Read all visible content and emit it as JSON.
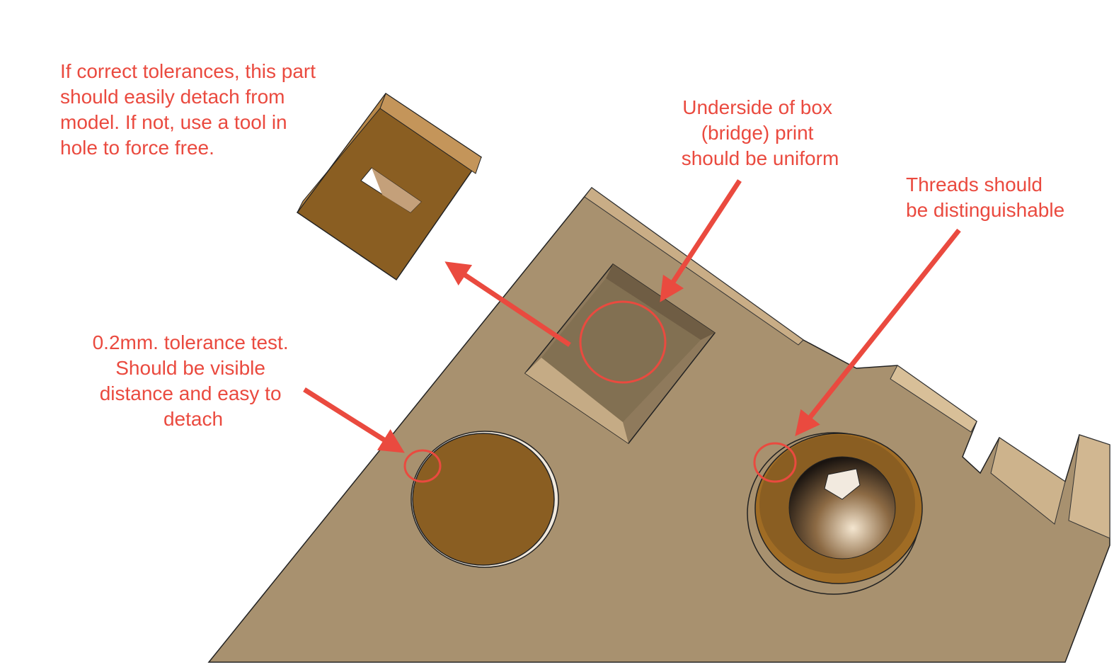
{
  "annotations": {
    "detach_part": [
      "If correct tolerances, this part",
      "should easily detach from",
      "model. If not, use a tool in",
      "hole to force free."
    ],
    "bridge": [
      "Underside of box",
      "(bridge) print",
      "should be uniform"
    ],
    "threads": [
      "Threads should",
      "be distinguishable"
    ],
    "tolerance": [
      "0.2mm. tolerance test.",
      "Should be visible",
      "distance and easy to",
      "detach"
    ]
  },
  "colors": {
    "annotation": "#ea4a3f",
    "plate": "#a8916f",
    "part": "#8a5e22"
  }
}
